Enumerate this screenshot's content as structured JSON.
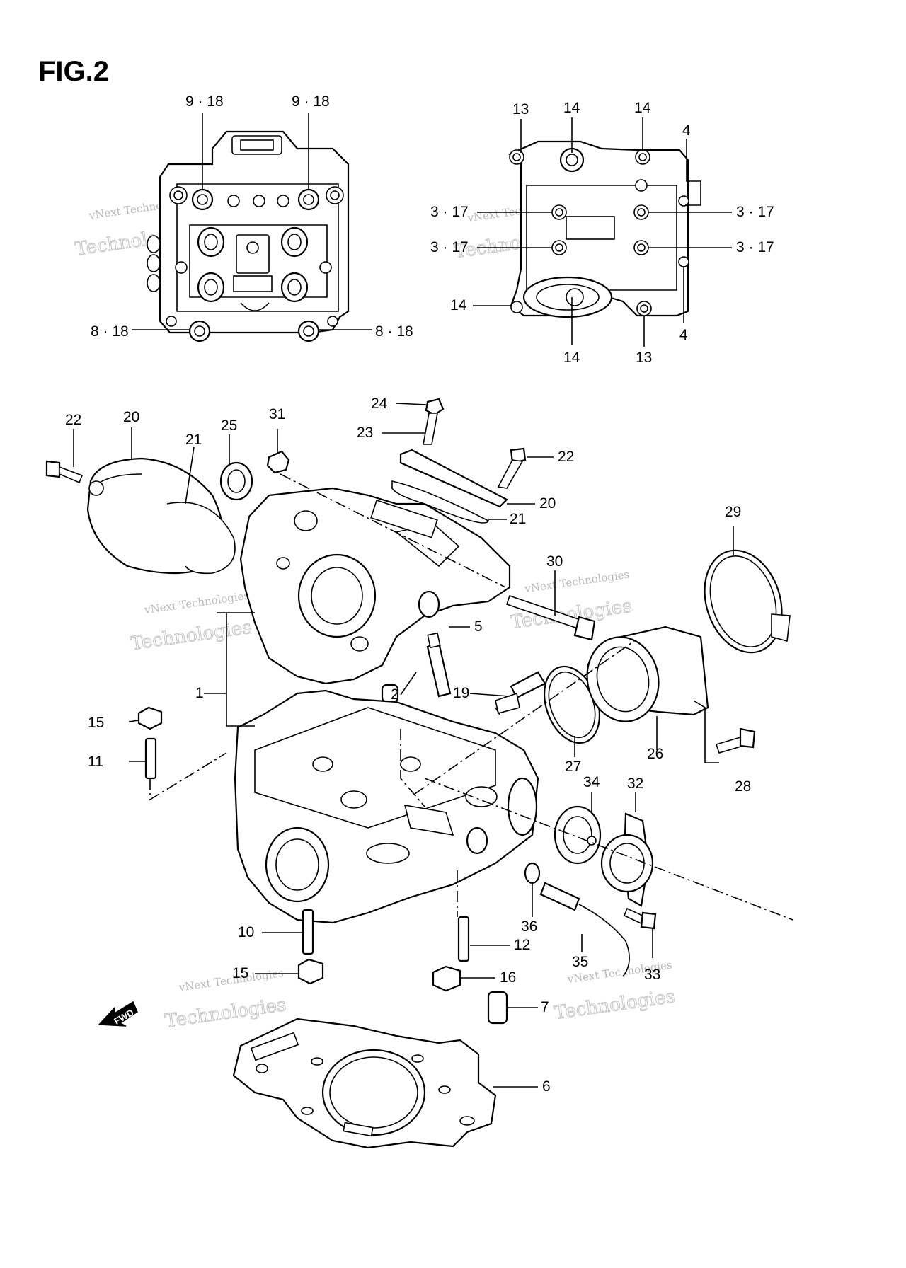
{
  "figure": {
    "title": "FIG.2"
  },
  "watermark": {
    "line1": "vNext Technologies",
    "line2": "Technologies"
  },
  "fwd_label": "FWD",
  "top_left_view": {
    "callouts": [
      {
        "id": "tl-9-18-left",
        "text": "9 · 18"
      },
      {
        "id": "tl-9-18-right",
        "text": "9 · 18"
      },
      {
        "id": "tl-8-18-left",
        "text": "8 · 18"
      },
      {
        "id": "tl-8-18-right",
        "text": "8 · 18"
      }
    ]
  },
  "top_right_view": {
    "callouts": [
      {
        "id": "tr-13-top",
        "text": "13"
      },
      {
        "id": "tr-14-top-a",
        "text": "14"
      },
      {
        "id": "tr-14-top-b",
        "text": "14"
      },
      {
        "id": "tr-4-top",
        "text": "4"
      },
      {
        "id": "tr-3-17-ul",
        "text": "3 · 17"
      },
      {
        "id": "tr-3-17-ll",
        "text": "3 · 17"
      },
      {
        "id": "tr-3-17-ur",
        "text": "3 · 17"
      },
      {
        "id": "tr-3-17-lr",
        "text": "3 · 17"
      },
      {
        "id": "tr-14-left",
        "text": "14"
      },
      {
        "id": "tr-14-bottom",
        "text": "14"
      },
      {
        "id": "tr-13-bottom",
        "text": "13"
      },
      {
        "id": "tr-4-bottom",
        "text": "4"
      }
    ]
  },
  "main_view": {
    "callouts": [
      {
        "id": "m-22-left",
        "text": "22"
      },
      {
        "id": "m-20-left",
        "text": "20"
      },
      {
        "id": "m-21-left",
        "text": "21"
      },
      {
        "id": "m-25",
        "text": "25"
      },
      {
        "id": "m-31",
        "text": "31"
      },
      {
        "id": "m-24",
        "text": "24"
      },
      {
        "id": "m-23",
        "text": "23"
      },
      {
        "id": "m-22-right",
        "text": "22"
      },
      {
        "id": "m-20-right",
        "text": "20"
      },
      {
        "id": "m-21-right",
        "text": "21"
      },
      {
        "id": "m-29",
        "text": "29"
      },
      {
        "id": "m-30",
        "text": "30"
      },
      {
        "id": "m-5",
        "text": "5"
      },
      {
        "id": "m-2",
        "text": "2"
      },
      {
        "id": "m-1",
        "text": "1"
      },
      {
        "id": "m-19",
        "text": "19"
      },
      {
        "id": "m-15-top",
        "text": "15"
      },
      {
        "id": "m-11",
        "text": "11"
      },
      {
        "id": "m-27",
        "text": "27"
      },
      {
        "id": "m-26",
        "text": "26"
      },
      {
        "id": "m-28",
        "text": "28"
      },
      {
        "id": "m-34",
        "text": "34"
      },
      {
        "id": "m-32",
        "text": "32"
      },
      {
        "id": "m-10",
        "text": "10"
      },
      {
        "id": "m-36",
        "text": "36"
      },
      {
        "id": "m-12",
        "text": "12"
      },
      {
        "id": "m-35",
        "text": "35"
      },
      {
        "id": "m-33",
        "text": "33"
      },
      {
        "id": "m-15-bottom",
        "text": "15"
      },
      {
        "id": "m-16",
        "text": "16"
      },
      {
        "id": "m-7",
        "text": "7"
      },
      {
        "id": "m-6",
        "text": "6"
      }
    ]
  }
}
